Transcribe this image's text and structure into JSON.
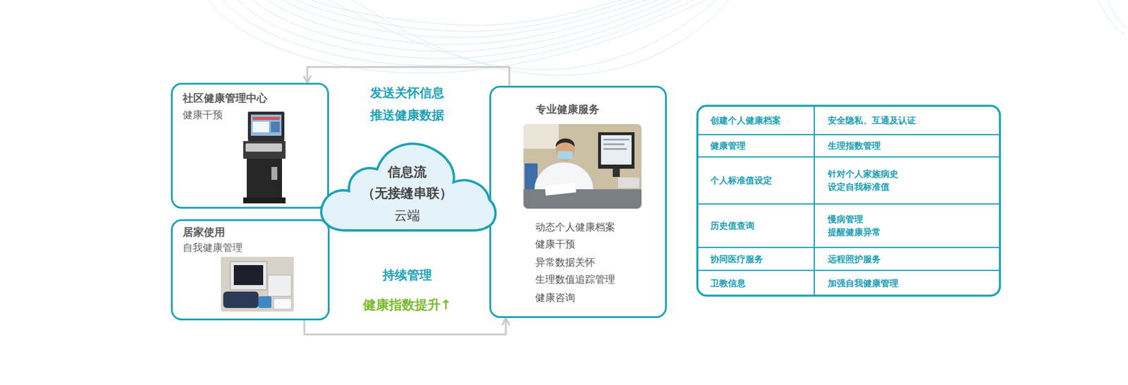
{
  "diagram": {
    "nodes": [
      {
        "text": [
          "社区健康管理中心",
          "健康干预"
        ]
      },
      {
        "text": [
          "居家使用",
          "自我健康管理"
        ]
      },
      {
        "text": [
          "信息流 （无接缝串联）",
          "云端"
        ]
      },
      {
        "text": [
          "专业健康服务",
          "动态个人健康档案",
          "健康干预",
          "异常数据关怀",
          "生理数值追踪管理",
          "健康咨询"
        ]
      }
    ],
    "edges": [
      {
        "from": 3,
        "to": 0,
        "arrow": "to",
        "label": "发送关怀信息 推送健康数据"
      },
      {
        "from": 1,
        "to": 3,
        "arrow": "to",
        "label": "持续管理"
      }
    ],
    "labels": [
      "健康指数提升↑",
      "创建个人健康档案",
      "安全隐私、互通及认证",
      "健康管理",
      "生理指数管理",
      "个人标准值设定",
      "针对个人家族病史 设定自我标准值",
      "历史值查询",
      "慢病管理 提醒健康异常",
      "协同医疗服务",
      "远程照护服务",
      "卫教信息",
      "加强自我健康管理"
    ]
  }
}
